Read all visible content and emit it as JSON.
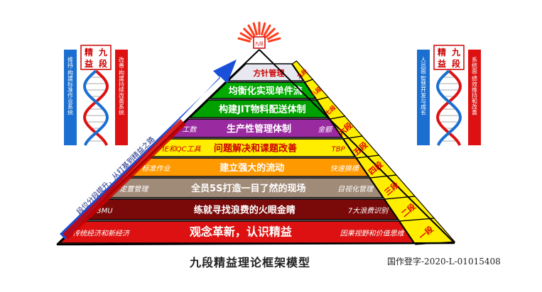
{
  "caption": "九段精益理论框架模型",
  "copyright": "国作登字-2020-L-01015408",
  "badge_text": "九段",
  "layers": [
    {
      "main": "方针管理",
      "left": "",
      "right": "",
      "color": "#e8e8f0",
      "text_color": "#cc0000"
    },
    {
      "main": "均衡化实现单件流",
      "left": "",
      "right": "",
      "color": "#00aa00",
      "text_color": "#ffffff"
    },
    {
      "main": "构建JIT物料配送体制",
      "left": "",
      "right": "",
      "color": "#00a000",
      "text_color": "#ffffff"
    },
    {
      "main": "生产性管理体制",
      "left": "工数",
      "right": "金额",
      "color": "#9a2aa0",
      "text_color": "#ffffff"
    },
    {
      "main": "问题解决和课题改善",
      "left": "IE和QC工具",
      "right": "TBP",
      "color": "#ffee00",
      "text_color": "#cc0000"
    },
    {
      "main": "建立强大的流动",
      "left": "标准作业",
      "right": "快速换模",
      "color": "#ff9900",
      "text_color": "#ffffff"
    },
    {
      "main": "全员5S打造一目了然的现场",
      "left": "定置管理",
      "right": "目视化管理",
      "color": "#a08a78",
      "text_color": "#ffffff"
    },
    {
      "main": "练就寻找浪费的火眼金睛",
      "left": "3MU",
      "right": "7大浪费识别",
      "color": "#7a0a0a",
      "text_color": "#ffffff"
    },
    {
      "main": "观念革新，认识精益",
      "left": "传统经济和新经济",
      "right": "因果视野和价值思维",
      "color": "#dd1111",
      "text_color": "#ffffff"
    }
  ],
  "stages": [
    "九段",
    "八段",
    "七段",
    "六段",
    "五段",
    "四段",
    "三段",
    "二段",
    "一段"
  ],
  "arrow_text": "段位分段提升，从打基到精益之路",
  "left_dna": {
    "title": "精益九段",
    "left_text": "维持·构建标准作业系统",
    "right_text": "改善·构建持续改善系统"
  },
  "right_dna": {
    "title": "精益九段",
    "left_text": "人员面·智慧开发与成长",
    "right_text": "系统面·绩效维持和改善"
  },
  "colors": {
    "stage_band": "#ffee00",
    "arrow": "#1a4fd8",
    "outline": "#000000"
  }
}
